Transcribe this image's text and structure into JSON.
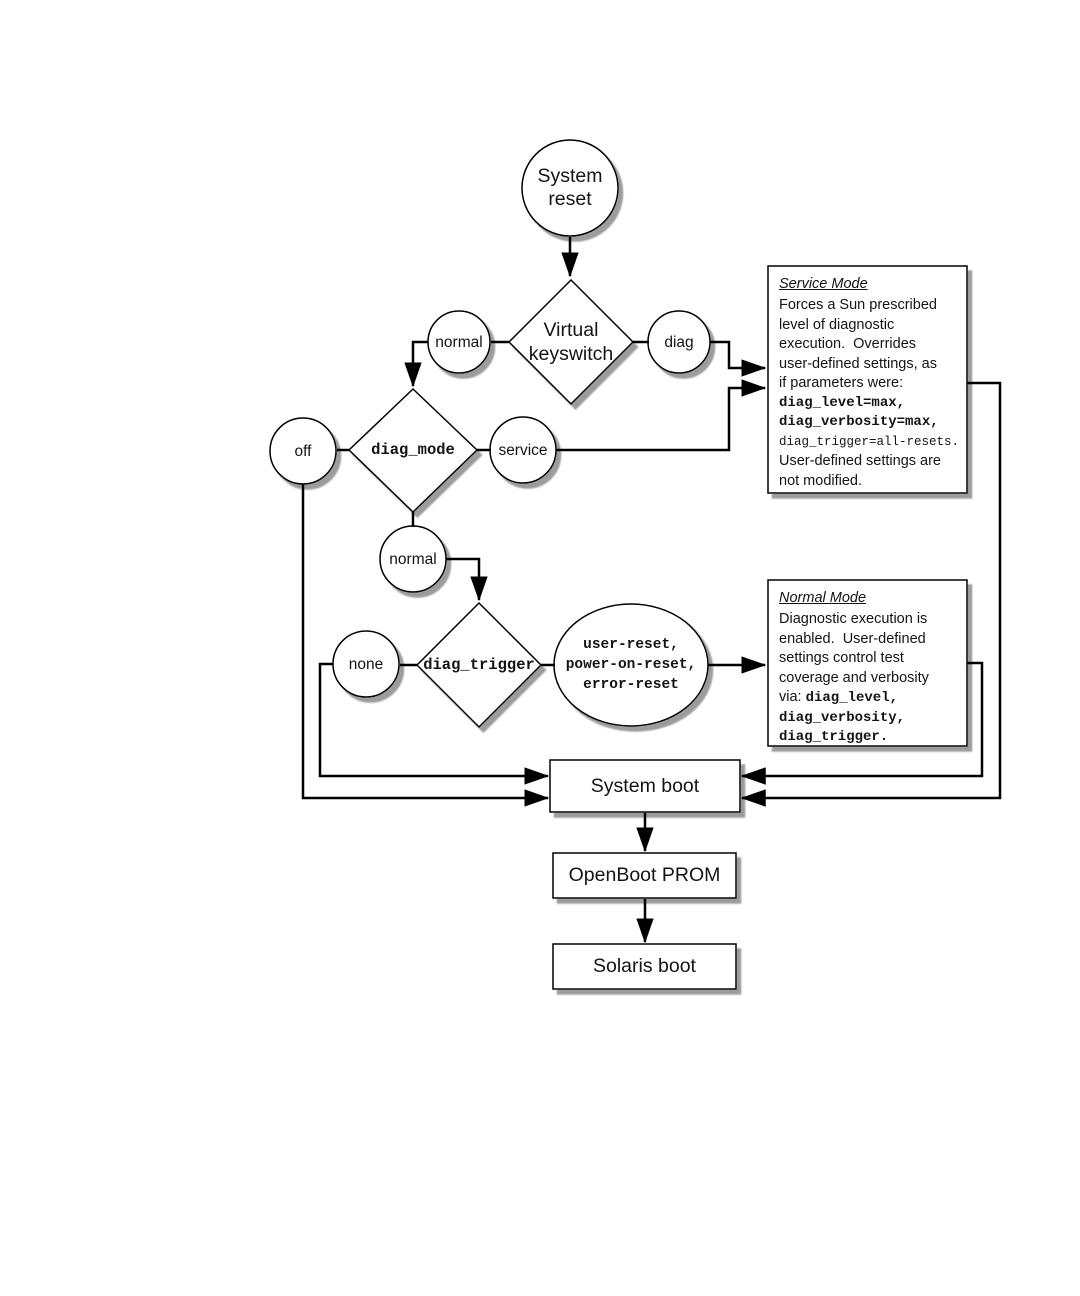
{
  "diagram": {
    "nodes": {
      "system_reset": "System\nreset",
      "virtual_keyswitch": "Virtual\nkeyswitch",
      "normal_top": "normal",
      "diag": "diag",
      "diag_mode": "diag_mode",
      "off": "off",
      "service": "service",
      "normal_mid": "normal",
      "diag_trigger": "diag_trigger",
      "none": "none",
      "trigger_values": "user-reset,\npower-on-reset,\nerror-reset",
      "system_boot": "System boot",
      "openboot_prom": "OpenBoot PROM",
      "solaris_boot": "Solaris boot"
    },
    "service_box": {
      "title": "Service Mode",
      "lines": [
        {
          "text": "Forces a Sun prescribed",
          "style": "sans"
        },
        {
          "text": "level of diagnostic",
          "style": "sans"
        },
        {
          "text": "execution.  Overrides",
          "style": "sans"
        },
        {
          "text": "user-defined settings, as",
          "style": "sans"
        },
        {
          "text": "if parameters were:",
          "style": "sans"
        },
        {
          "text": "diag_level=max,",
          "style": "code"
        },
        {
          "text": "diag_verbosity=max,",
          "style": "code"
        },
        {
          "text": "diag_trigger=all-resets.",
          "style": "code-small"
        },
        {
          "text": "User-defined settings are",
          "style": "sans"
        },
        {
          "text": "not modified.",
          "style": "sans"
        }
      ]
    },
    "normal_box": {
      "title": "Normal Mode",
      "lines": [
        {
          "text": "Diagnostic execution is"
        },
        {
          "text": "enabled.  User-defined"
        },
        {
          "text": "settings control test"
        },
        {
          "text": "coverage and verbosity"
        },
        {
          "prefix": "via: ",
          "code": "diag_level,"
        },
        {
          "code": "diag_verbosity,"
        },
        {
          "code": "diag_trigger."
        }
      ]
    },
    "colors": {
      "line": "#000000",
      "shadow": "#9c9c9c",
      "background": "#ffffff"
    }
  }
}
